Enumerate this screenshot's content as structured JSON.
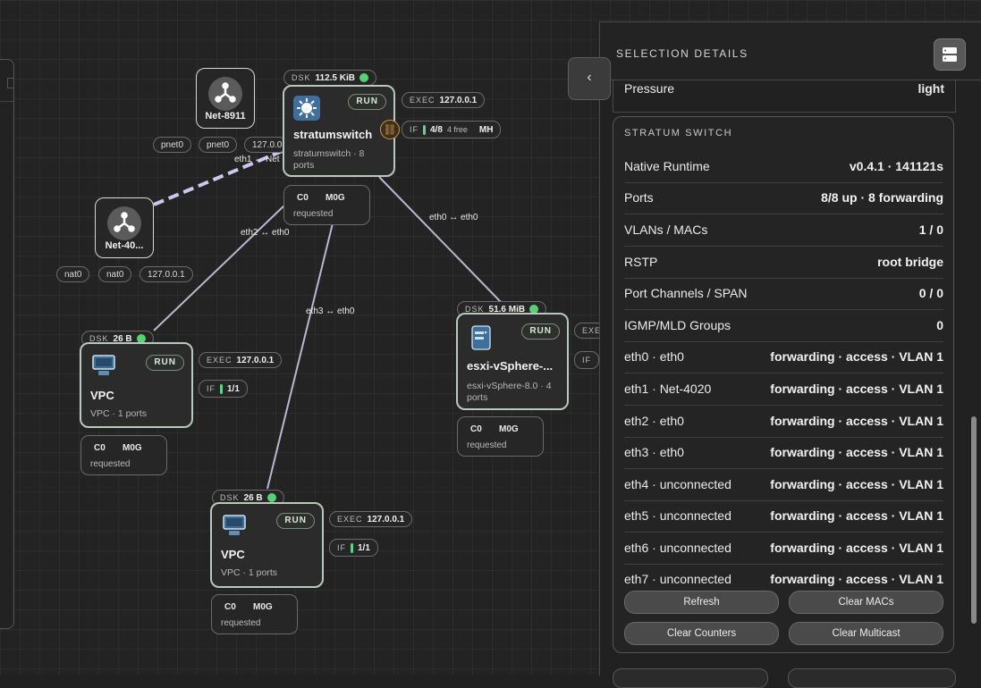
{
  "canvas": {
    "nodes": {
      "net8911": {
        "label": "Net-8911",
        "pills": [
          "pnet0",
          "pnet0",
          "127.0.0"
        ]
      },
      "net4020": {
        "label": "Net-40...",
        "pills": [
          "nat0",
          "nat0",
          "127.0.0.1"
        ]
      },
      "stratum": {
        "dsk_key": "DSK",
        "dsk_val": "112.5 KiB",
        "run": "RUN",
        "title": "stratumswitch",
        "sub": "stratumswitch · 8 ports",
        "exec_key": "EXEC",
        "exec_val": "127.0.0.1",
        "if_key": "IF",
        "if_val": "4/8",
        "if_free": "4 free",
        "if_mh": "MH",
        "res_c": "C0",
        "res_m": "M0G",
        "res_req": "requested"
      },
      "vpc1": {
        "dsk_key": "DSK",
        "dsk_val": "26 B",
        "run": "RUN",
        "title": "VPC",
        "sub": "VPC · 1 ports",
        "exec_key": "EXEC",
        "exec_val": "127.0.0.1",
        "if_key": "IF",
        "if_val": "1/1",
        "res_c": "C0",
        "res_m": "M0G",
        "res_req": "requested"
      },
      "vpc2": {
        "dsk_key": "DSK",
        "dsk_val": "26 B",
        "run": "RUN",
        "title": "VPC",
        "sub": "VPC · 1 ports",
        "exec_key": "EXEC",
        "exec_val": "127.0.0.1",
        "if_key": "IF",
        "if_val": "1/1",
        "res_c": "C0",
        "res_m": "M0G",
        "res_req": "requested"
      },
      "esxi": {
        "dsk_key": "DSK",
        "dsk_val": "51.6 MiB",
        "run": "RUN",
        "title": "esxi-vSphere-...",
        "sub": "esxi-vSphere-8.0 · 4 ports",
        "exec_key": "EXE",
        "if_key": "IF",
        "res_c": "C0",
        "res_m": "M0G",
        "res_req": "requested"
      }
    },
    "edges": {
      "e1": "eth1 ↔ Net",
      "e2": "eth2 ↔ eth0",
      "e3": "eth3 ↔ eth0",
      "e0": "eth0 ↔ eth0"
    }
  },
  "panel": {
    "title": "SELECTION DETAILS",
    "toggle_icon": "chevron-left-icon",
    "pressure": {
      "label": "Pressure",
      "value": "light"
    },
    "section": "STRATUM SWITCH",
    "rows": [
      {
        "label": "Native Runtime",
        "value": "v0.4.1 · 141121s"
      },
      {
        "label": "Ports",
        "value": "8/8 up · 8 forwarding"
      },
      {
        "label": "VLANs / MACs",
        "value": "1 / 0"
      },
      {
        "label": "RSTP",
        "value": "root bridge"
      },
      {
        "label": "Port Channels / SPAN",
        "value": "0 / 0"
      },
      {
        "label": "IGMP/MLD Groups",
        "value": "0"
      },
      {
        "label": "eth0 · eth0",
        "value": "forwarding · access · VLAN 1"
      },
      {
        "label": "eth1 · Net-4020",
        "value": "forwarding · access · VLAN 1"
      },
      {
        "label": "eth2 · eth0",
        "value": "forwarding · access · VLAN 1"
      },
      {
        "label": "eth3 · eth0",
        "value": "forwarding · access · VLAN 1"
      },
      {
        "label": "eth4 · unconnected",
        "value": "forwarding · access · VLAN 1"
      },
      {
        "label": "eth5 · unconnected",
        "value": "forwarding · access · VLAN 1"
      },
      {
        "label": "eth6 · unconnected",
        "value": "forwarding · access · VLAN 1"
      },
      {
        "label": "eth7 · unconnected",
        "value": "forwarding · access · VLAN 1"
      }
    ],
    "buttons": {
      "refresh": "Refresh",
      "clear_macs": "Clear MACs",
      "clear_counters": "Clear Counters",
      "clear_multicast": "Clear Multicast"
    }
  },
  "colors": {
    "accent_green": "#55d276",
    "link_orange": "#d6963a",
    "dashed_link": "#c9c9ee"
  }
}
